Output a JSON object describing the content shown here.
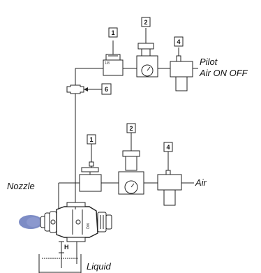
{
  "labels": {
    "pilot_line1": "Pilot",
    "pilot_line2": "Air  ON OFF",
    "air": "Air",
    "nozzle": "Nozzle",
    "liquid": "Liquid"
  },
  "pilot_group": {
    "component_numbers": [
      "1",
      "2",
      "4"
    ]
  },
  "air_group": {
    "component_numbers": [
      "1",
      "2",
      "4"
    ]
  },
  "valve_number": "6",
  "height_marker": "H",
  "colors": {
    "line": "#222222",
    "spray": "#6f7fbf"
  }
}
